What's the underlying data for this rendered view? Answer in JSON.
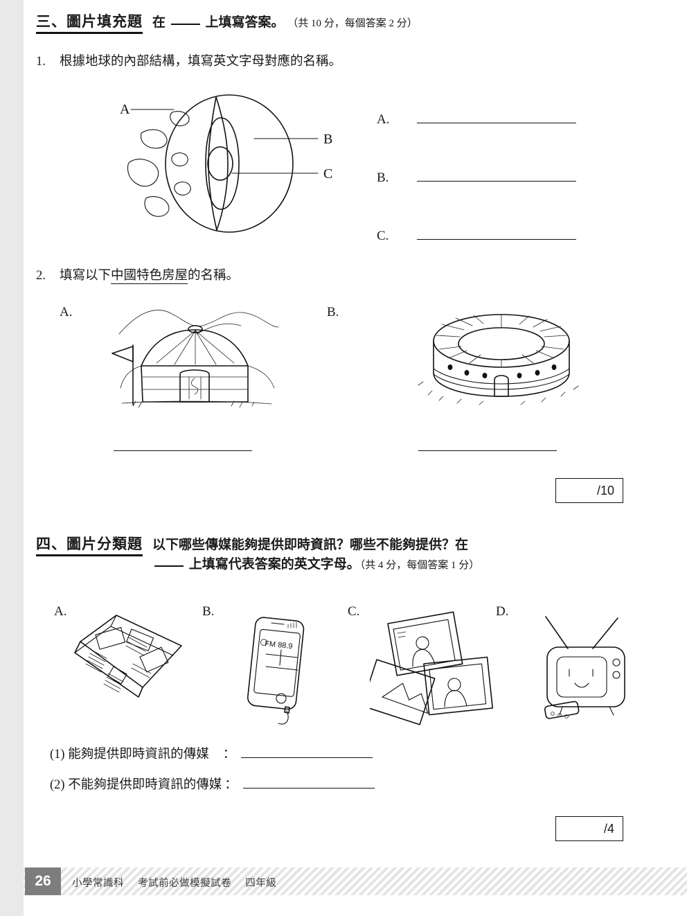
{
  "section3": {
    "title": "三、圖片填充題",
    "desc_before": "在",
    "desc_after": "上填寫答案。",
    "desc_marks": "（共 10 分，每個答案 2 分）",
    "q1": {
      "num": "1.",
      "text_a": "根據地球的內部結構，填寫英文字母對應的名稱。",
      "diagram_labels": [
        "A",
        "B",
        "C"
      ],
      "answer_labels": [
        "A.",
        "B.",
        "C."
      ]
    },
    "q2": {
      "num": "2.",
      "text_pre": "填寫以下",
      "text_underline": "中國特色房屋",
      "text_post": "的名稱。",
      "item_labels": [
        "A.",
        "B."
      ]
    },
    "score": "/10"
  },
  "section4": {
    "title": "四、圖片分類題",
    "desc_line1": "以下哪些傳媒能夠提供即時資訊？哪些不能夠提供？在",
    "desc_line2_before": "上填寫代表答案的英文字母。",
    "desc_marks": "（共 4 分，每個答案 1 分）",
    "item_labels": [
      "A.",
      "B.",
      "C.",
      "D."
    ],
    "phone_text": "FM 88.9",
    "answers": [
      {
        "label": "(1) 能夠提供即時資訊的傳媒",
        "colon": "："
      },
      {
        "label": "(2) 不能夠提供即時資訊的傳媒",
        "colon": "："
      }
    ],
    "score": "/4"
  },
  "footer": {
    "page_number": "26",
    "subject": "小學常識科",
    "book": "考試前必做模擬試卷",
    "grade": "四年級"
  },
  "colors": {
    "ink": "#111111",
    "page_badge": "#7d7d7d",
    "left_strip": "#e9e9e9"
  }
}
